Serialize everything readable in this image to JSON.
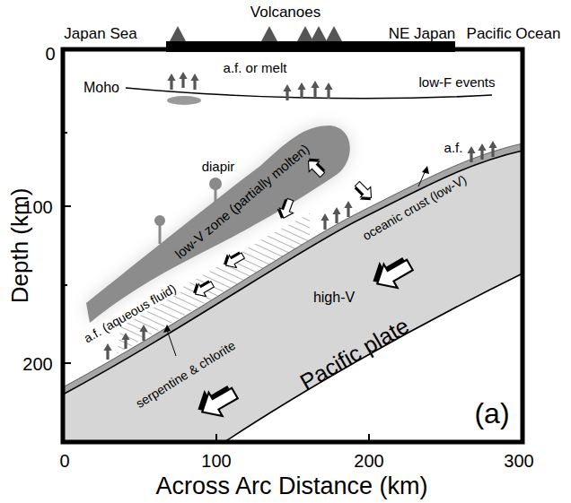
{
  "diagram": {
    "nodes": [
      {
        "text": [
          "low-V zone (partially molten)"
        ]
      },
      {
        "text": [
          "high-V",
          "Pacific plate"
        ]
      }
    ],
    "labels": [
      "Volcanoes",
      "Japan Sea",
      "NE Japan",
      "Pacific Ocean",
      "Moho",
      "a.f. or melt",
      "low-F events",
      "diapir",
      "a.f. (aqueous fluid)",
      "serpentine & chlorite",
      "oceanic crust (low-V)",
      "a.f.",
      "(a)",
      "0",
      "100",
      "200",
      "Depth (km)",
      "0",
      "100",
      "200",
      "300",
      "Across Arc Distance (km)"
    ]
  }
}
